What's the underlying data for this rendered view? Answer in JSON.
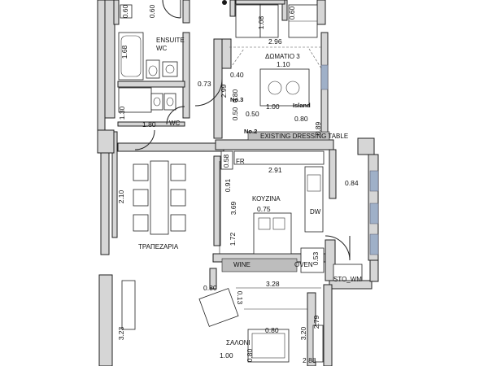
{
  "rooms": {
    "ensuite": "ENSUITE",
    "ensuite_wc": "WC",
    "wc": "WC",
    "bedroom": "ΔΩΜΑΤΙΟ 3",
    "kitchen": "ΚΟΥΖΙΝΑ",
    "dining": "ΤΡΑΠΕΖΑΡΙΑ",
    "living": "ΣΑΛΟΝΙ"
  },
  "fixtures": {
    "island": "Island",
    "fridge": "FR",
    "dishwasher": "DW",
    "wine": "WINE",
    "oven": "OVEN",
    "washing_machine": "STO_WM",
    "existing_dresser": "EXISTING DRESSING TABLE",
    "no3": "No.3",
    "no2": "No.2"
  },
  "dimensions": {
    "top_060_left": "0.60",
    "top_060_right": "0.60",
    "top_108": "1.08",
    "top_060_far": "0.60",
    "ensuite_168": "1.68",
    "bedroom_296": "2.96",
    "bedroom_110": "1.10",
    "hall_073": "0.73",
    "bedroom_040": "0.40",
    "bedroom_299": "2.99",
    "bedroom_080a": "0.80",
    "bedroom_100": "1.00",
    "wc_130": "1.30",
    "bedroom_050a": "0.50",
    "bedroom_050b": "0.50",
    "bedroom_080b": "0.80",
    "wc_180": "1.80",
    "bedroom_089": "0.89",
    "kitchen_058": "0.58",
    "kitchen_291": "2.91",
    "kitchen_091": "0.91",
    "kitchen_084": "0.84",
    "dining_210": "2.10",
    "kitchen_369": "3.69",
    "kitchen_075": "0.75",
    "kitchen_172": "1.72",
    "kitchen_053": "0.53",
    "living_080a": "0.80",
    "living_013": "0.13",
    "living_328": "3.28",
    "living_323": "3.23",
    "living_080b": "0.80",
    "living_320": "3.20",
    "living_279": "2.79",
    "living_100": "1.00",
    "living_080c": "0.80",
    "living_288": "2.88"
  }
}
